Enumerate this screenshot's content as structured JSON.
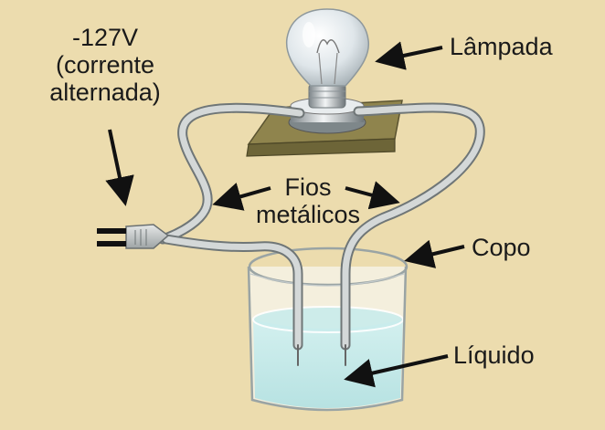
{
  "labels": {
    "voltage_line1": "-127V",
    "voltage_line2": "(corrente",
    "voltage_line3": "alternada)",
    "lamp": "Lâmpada",
    "wires_line1": "Fios",
    "wires_line2": "metálicos",
    "glass": "Copo",
    "liquid": "Líquido"
  },
  "colors": {
    "background": "#ecdcae",
    "wood_base": "#8a7f4a",
    "liquid": "#bfe6e6",
    "glass_outline": "#9aa4a4",
    "wire": "#c9cdcd",
    "arrow": "#111111"
  }
}
